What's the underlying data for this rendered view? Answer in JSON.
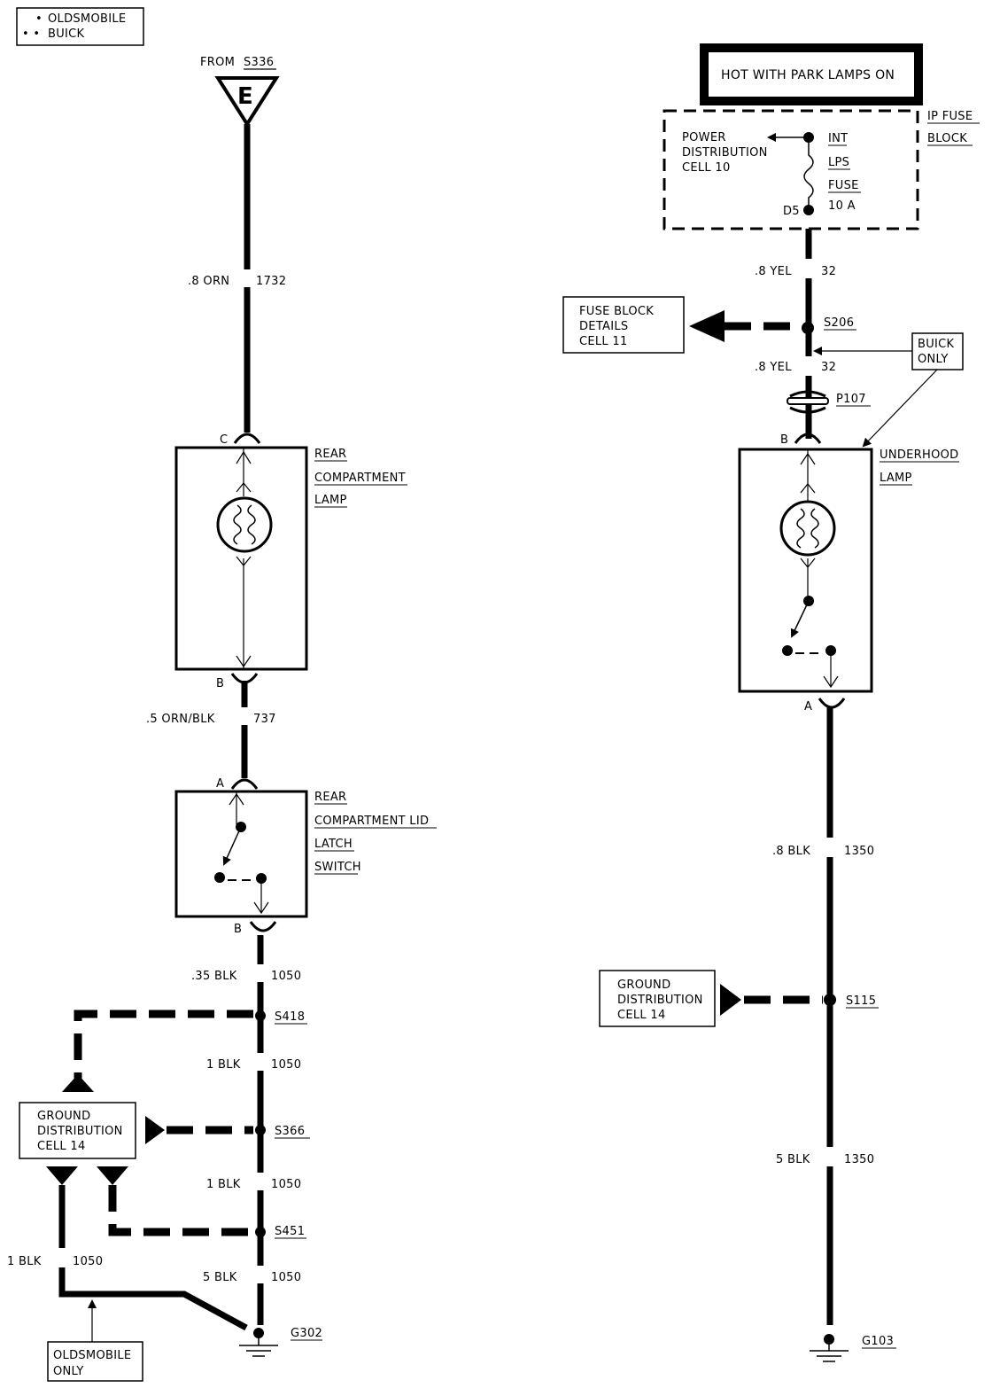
{
  "legend": {
    "oldsmobile_marker": "•",
    "oldsmobile": "OLDSMOBILE",
    "buick_marker": "• •",
    "buick": "BUICK"
  },
  "left": {
    "from_label": "FROM",
    "from_splice": "S336",
    "connector_letter": "E",
    "wire1": {
      "gauge_color": ".8 ORN",
      "circuit": "1732"
    },
    "lamp": {
      "pin_top": "C",
      "pin_bottom": "B",
      "label_line1": "REAR",
      "label_line2": "COMPARTMENT",
      "label_line3": "LAMP"
    },
    "wire2": {
      "gauge_color": ".5 ORN/BLK",
      "circuit": "737"
    },
    "switch": {
      "pin_top": "A",
      "pin_bottom": "B",
      "label_line1": "REAR",
      "label_line2": "COMPARTMENT LID",
      "label_line3": "LATCH",
      "label_line4": "SWITCH"
    },
    "wire3": {
      "gauge_color": ".35 BLK",
      "circuit": "1050"
    },
    "splice1": "S418",
    "wire4": {
      "gauge_color": "1 BLK",
      "circuit": "1050"
    },
    "splice2": "S366",
    "wire5": {
      "gauge_color": "1 BLK",
      "circuit": "1050"
    },
    "splice3": "S451",
    "wire6": {
      "gauge_color": "5 BLK",
      "circuit": "1050"
    },
    "wire7": {
      "gauge_color": "1 BLK",
      "circuit": "1050"
    },
    "ground_box": {
      "line1": "GROUND",
      "line2": "DISTRIBUTION",
      "line3": "CELL 14"
    },
    "olds_note": {
      "line1": "OLDSMOBILE",
      "line2": "ONLY"
    },
    "ground": "G302"
  },
  "right": {
    "hot_banner": "HOT WITH PARK LAMPS ON",
    "fuse_block": {
      "line1": "IP FUSE",
      "line2": "BLOCK"
    },
    "power_dist": {
      "line1": "POWER",
      "line2": "DISTRIBUTION",
      "line3": "CELL 10"
    },
    "fuse": {
      "line1": "INT",
      "line2": "LPS",
      "line3": "FUSE",
      "line4": "10 A"
    },
    "fuse_pin": "D5",
    "wire1": {
      "gauge_color": ".8 YEL",
      "circuit": "32"
    },
    "fuse_details": {
      "line1": "FUSE BLOCK",
      "line2": "DETAILS",
      "line3": "CELL 11"
    },
    "splice1": "S206",
    "buick_only": {
      "line1": "BUICK",
      "line2": "ONLY"
    },
    "wire2": {
      "gauge_color": ".8 YEL",
      "circuit": "32"
    },
    "connector": "P107",
    "lamp": {
      "pin_top": "B",
      "pin_bottom": "A",
      "label_line1": "UNDERHOOD",
      "label_line2": "LAMP"
    },
    "wire3": {
      "gauge_color": ".8 BLK",
      "circuit": "1350"
    },
    "ground_box": {
      "line1": "GROUND",
      "line2": "DISTRIBUTION",
      "line3": "CELL 14"
    },
    "splice2": "S115",
    "wire4": {
      "gauge_color": "5 BLK",
      "circuit": "1350"
    },
    "ground": "G103"
  }
}
